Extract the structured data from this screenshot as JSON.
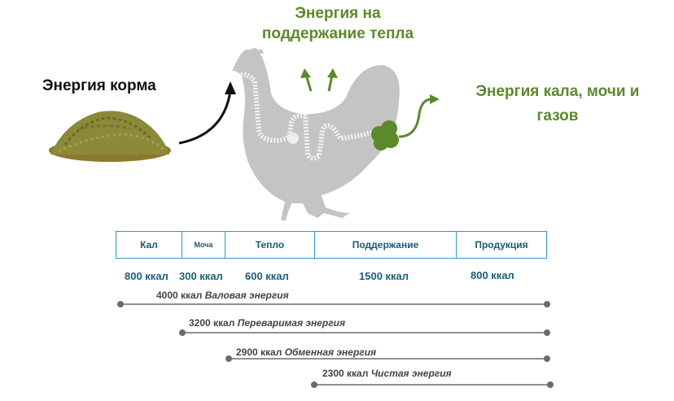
{
  "titles": {
    "heat_line1": "Энергия на",
    "heat_line2": "поддержание тепла",
    "feed": "Энергия корма",
    "waste_line1": "Энергия кала, мочи и",
    "waste_line2": "газов"
  },
  "colors": {
    "green": "#5b8a2a",
    "table_border": "#2a9ad0",
    "table_text": "#1b5a73",
    "line": "#6b6b6b"
  },
  "table": {
    "headers": [
      "Кал",
      "Моча",
      "Тепло",
      "Поддержание",
      "Продукция"
    ],
    "values": [
      "800 ккал",
      "300 ккал",
      "600 ккал",
      "1500 ккал",
      "800 ккал"
    ]
  },
  "energy_lines": [
    {
      "amount": "4000 ккал",
      "name": "Валовая энергия"
    },
    {
      "amount": "3200 ккал",
      "name": "Переваримая энергия"
    },
    {
      "amount": "2900 ккал",
      "name": "Обменная энергия"
    },
    {
      "amount": "2300 ккал",
      "name": "Чистая энергия"
    }
  ],
  "icons": [
    "feed-pile-icon",
    "hen-icon",
    "heat-arrow-icon",
    "waste-arrow-icon",
    "intestine-icon"
  ]
}
